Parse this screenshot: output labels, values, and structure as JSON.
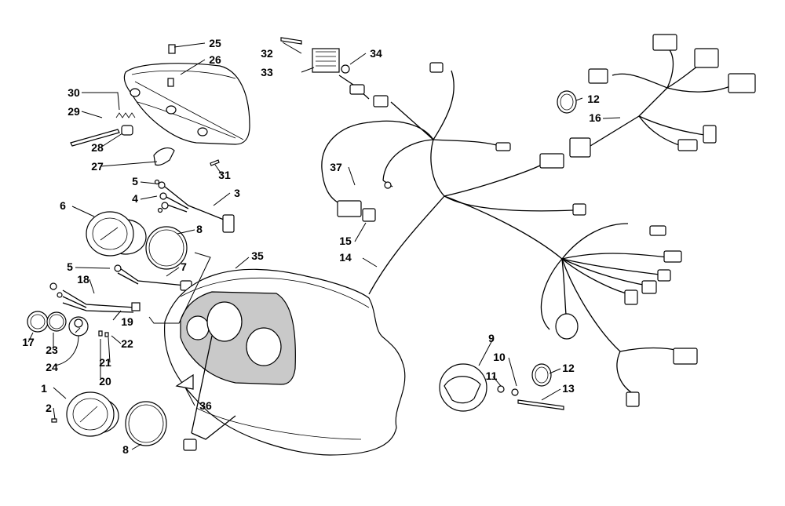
{
  "callouts": [
    "1",
    "2",
    "3",
    "4",
    "5",
    "5",
    "6",
    "7",
    "8",
    "8",
    "9",
    "10",
    "11",
    "12",
    "12",
    "13",
    "14",
    "15",
    "16",
    "17",
    "18",
    "19",
    "20",
    "21",
    "22",
    "23",
    "24",
    "25",
    "26",
    "27",
    "28",
    "29",
    "30",
    "31",
    "32",
    "33",
    "34",
    "35",
    "36",
    "37"
  ]
}
